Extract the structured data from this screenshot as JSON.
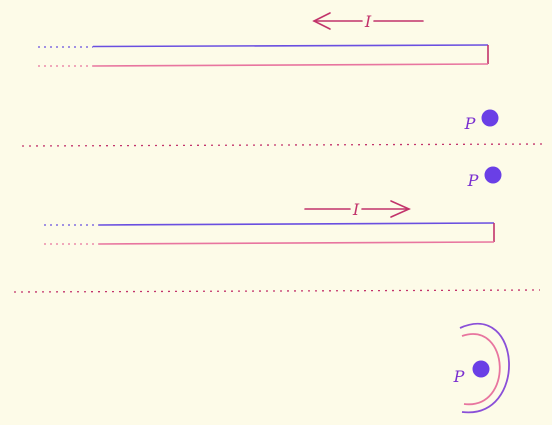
{
  "colors": {
    "background": "#fdfbe8",
    "wire_upper": "#6a4fe0",
    "wire_lower": "#e8759f",
    "arrow": "#c2336b",
    "point": "#6a3fe6",
    "label": "#7a2fd0",
    "separator": "#c2336b",
    "arc_outer": "#8a4fd8",
    "arc_inner": "#e8759f"
  },
  "panel1": {
    "current_label": "I",
    "current_direction": "left",
    "point_label": "P"
  },
  "panel2": {
    "current_label": "I",
    "current_direction": "right",
    "point_label": "P"
  },
  "panel3": {
    "point_label": "P"
  }
}
